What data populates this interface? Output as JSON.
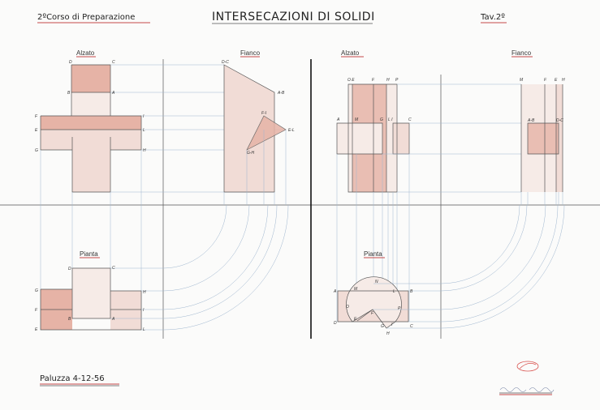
{
  "header": {
    "course": "2ºCorso di Preparazione",
    "title": "INTERSECAZIONI DI SOLIDI",
    "plate": "Tav.2º"
  },
  "footer": {
    "place_date": "Paluzza 4-12-56",
    "signature": "Pravisani Marisa"
  },
  "left": {
    "alzato": {
      "label": "Alzato",
      "points": [
        "D",
        "C",
        "B",
        "A",
        "F",
        "I",
        "E",
        "L",
        "G",
        "H"
      ]
    },
    "fianco": {
      "label": "Fianco",
      "points": [
        "D-C",
        "A-B",
        "F-I",
        "E-L",
        "G-H"
      ]
    },
    "pianta": {
      "label": "Pianta",
      "points": [
        "D",
        "C",
        "G",
        "H",
        "F",
        "I",
        "B",
        "A",
        "E",
        "L"
      ]
    }
  },
  "right": {
    "alzato": {
      "label": "Alzato",
      "points": [
        "O E",
        "F",
        "H",
        "P",
        "A",
        "M",
        "G",
        "L I",
        "C"
      ]
    },
    "fianco": {
      "label": "Fianco",
      "points": [
        "M",
        "F",
        "E",
        "H",
        "A-B",
        "D-C"
      ]
    },
    "pianta": {
      "label": "Pianta",
      "points": [
        "N",
        "A",
        "M",
        "L",
        "B",
        "O",
        "P",
        "F",
        "E",
        "D",
        "G",
        "H",
        "I",
        "C"
      ]
    }
  },
  "colors": {
    "shade_light": "#f1dcd6",
    "shade_dark": "#e6b3a6",
    "construction": "#9fb6cf",
    "underline": "#c44a4a"
  }
}
